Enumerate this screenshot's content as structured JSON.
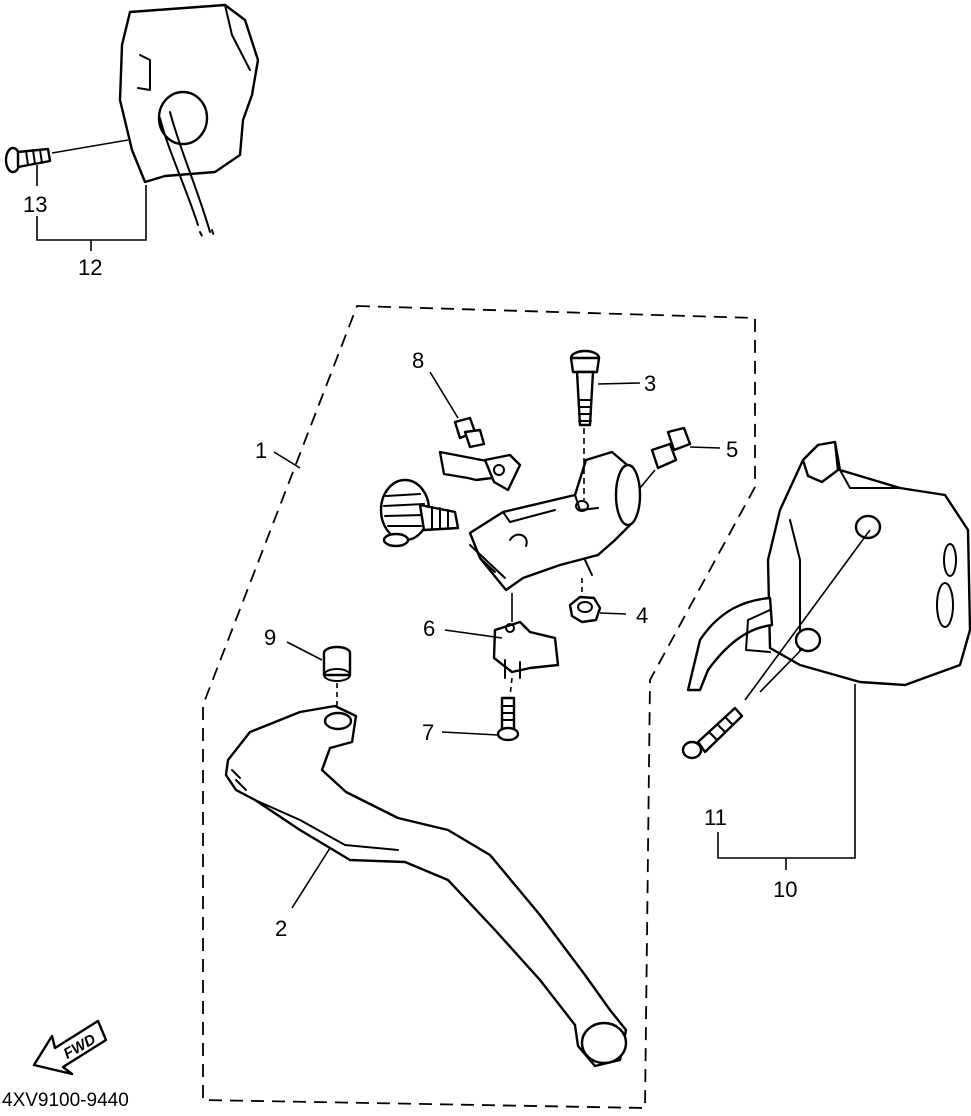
{
  "callouts": {
    "c1": "1",
    "c2": "2",
    "c3": "3",
    "c4": "4",
    "c5": "5",
    "c6": "6",
    "c7": "7",
    "c8": "8",
    "c9": "9",
    "c10": "10",
    "c11": "11",
    "c12": "12",
    "c13": "13"
  },
  "fwd_arrow": {
    "label": "FWD"
  },
  "drawing_code": "4XV9100-9440"
}
